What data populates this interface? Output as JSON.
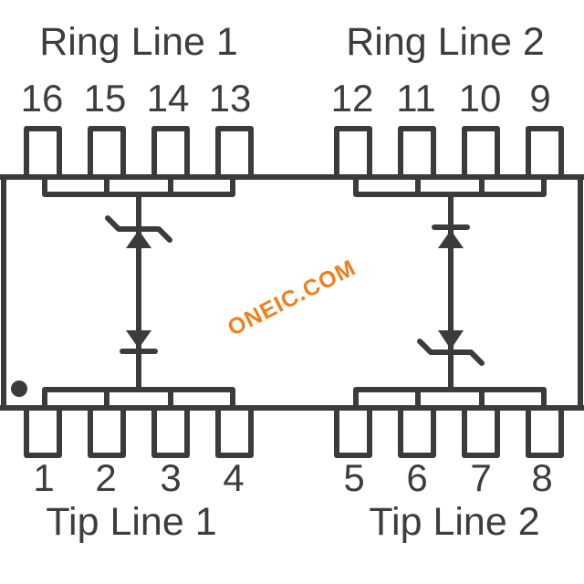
{
  "diagram": {
    "type": "ic-pinout-schematic",
    "top_labels": {
      "left": "Ring Line 1",
      "right": "Ring Line 2"
    },
    "bottom_labels": {
      "left": "Tip Line 1",
      "right": "Tip Line 2"
    },
    "top_pins": [
      "16",
      "15",
      "14",
      "13",
      "12",
      "11",
      "10",
      "9"
    ],
    "bottom_pins": [
      "1",
      "2",
      "3",
      "4",
      "5",
      "6",
      "7",
      "8"
    ],
    "watermark": "ONEIC.COM",
    "symbols": {
      "line1": {
        "top": "zener-diode-cathode-up",
        "bottom": "diode-cathode-down"
      },
      "line2": {
        "top": "diode-cathode-up",
        "bottom": "zener-diode-cathode-down"
      },
      "pin1_marker": "filled-dot"
    },
    "colors": {
      "line": "#3b3b3d",
      "text": "#3d3d3f",
      "watermark": "#ef7f1d",
      "background": "#ffffff"
    }
  }
}
